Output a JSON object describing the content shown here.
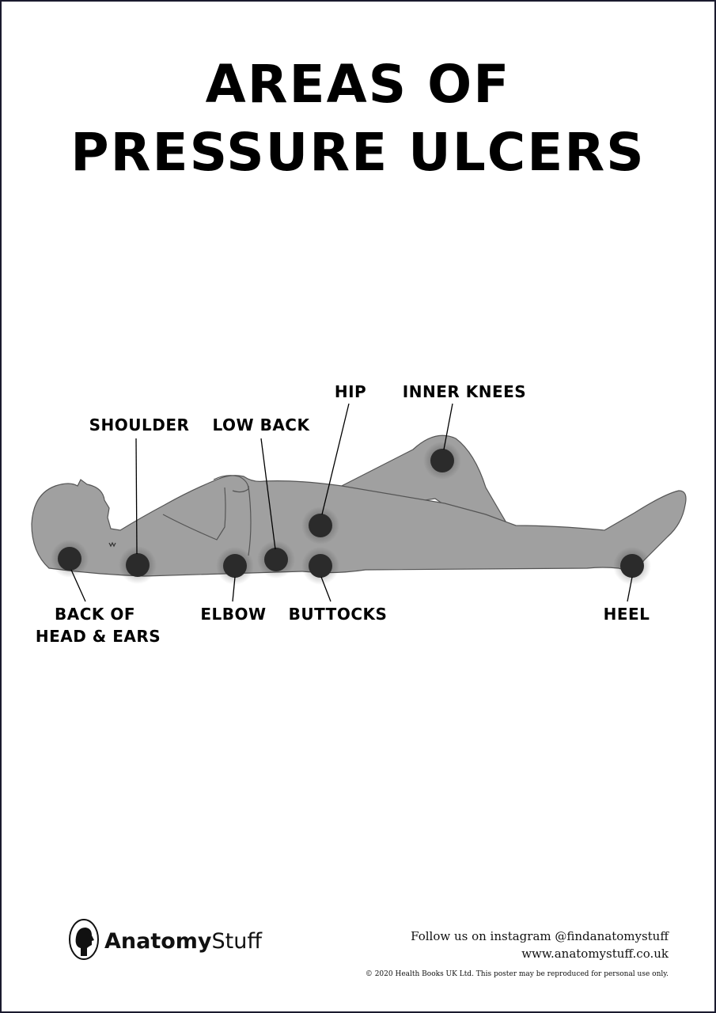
{
  "title": {
    "line1": "AREAS OF",
    "line2": "PRESSURE ULCERS"
  },
  "labels": {
    "shoulder": "SHOULDER",
    "low_back": "LOW BACK",
    "hip": "HIP",
    "inner_knees": "INNER KNEES",
    "back_of_head_line1": "BACK OF",
    "back_of_head_line2": "HEAD & EARS",
    "elbow": "ELBOW",
    "buttocks": "BUTTOCKS",
    "heel": "HEEL"
  },
  "colors": {
    "body_fill": "#a0a0a0",
    "body_outline": "#555555",
    "marker": "#2b2b2b",
    "text": "#000000",
    "border": "#1a1a2e"
  },
  "footer": {
    "logo_bold": "Anatomy",
    "logo_light": "Stuff",
    "instagram": "Follow us on instagram @findanatomystuff",
    "website": "www.anatomystuff.co.uk",
    "copyright": "© 2020 Health Books UK Ltd. This poster may be reproduced for personal use only."
  },
  "icons": {
    "logo": "head-profile-icon"
  }
}
